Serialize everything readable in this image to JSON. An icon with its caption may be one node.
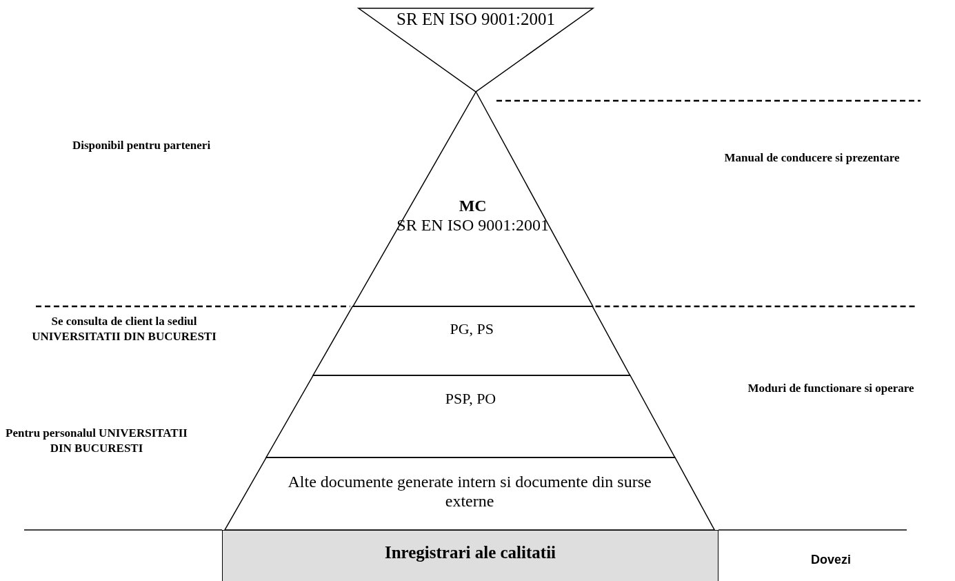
{
  "diagram": {
    "nodes": [
      {
        "text": [
          "SR EN ISO 9001:2001"
        ]
      },
      {
        "text": [
          "MC",
          "SR EN ISO 9001:2001"
        ]
      },
      {
        "text": [
          "PG, PS"
        ]
      },
      {
        "text": [
          "PSP, PO"
        ]
      },
      {
        "text": [
          "Alte documente generate intern si documente din surse externe"
        ]
      },
      {
        "text": [
          "Inregistrari ale calitatii"
        ]
      }
    ],
    "edges": [],
    "labels": [
      "Disponibil pentru parteneri",
      "Manual de conducere si prezentare",
      "Se consulta de client la sediul UNIVERSITATII DIN BUCURESTI",
      "Moduri de functionare si operare",
      "Pentru personalul UNIVERSITATII DIN BUCURESTI",
      "Dovezi"
    ]
  }
}
